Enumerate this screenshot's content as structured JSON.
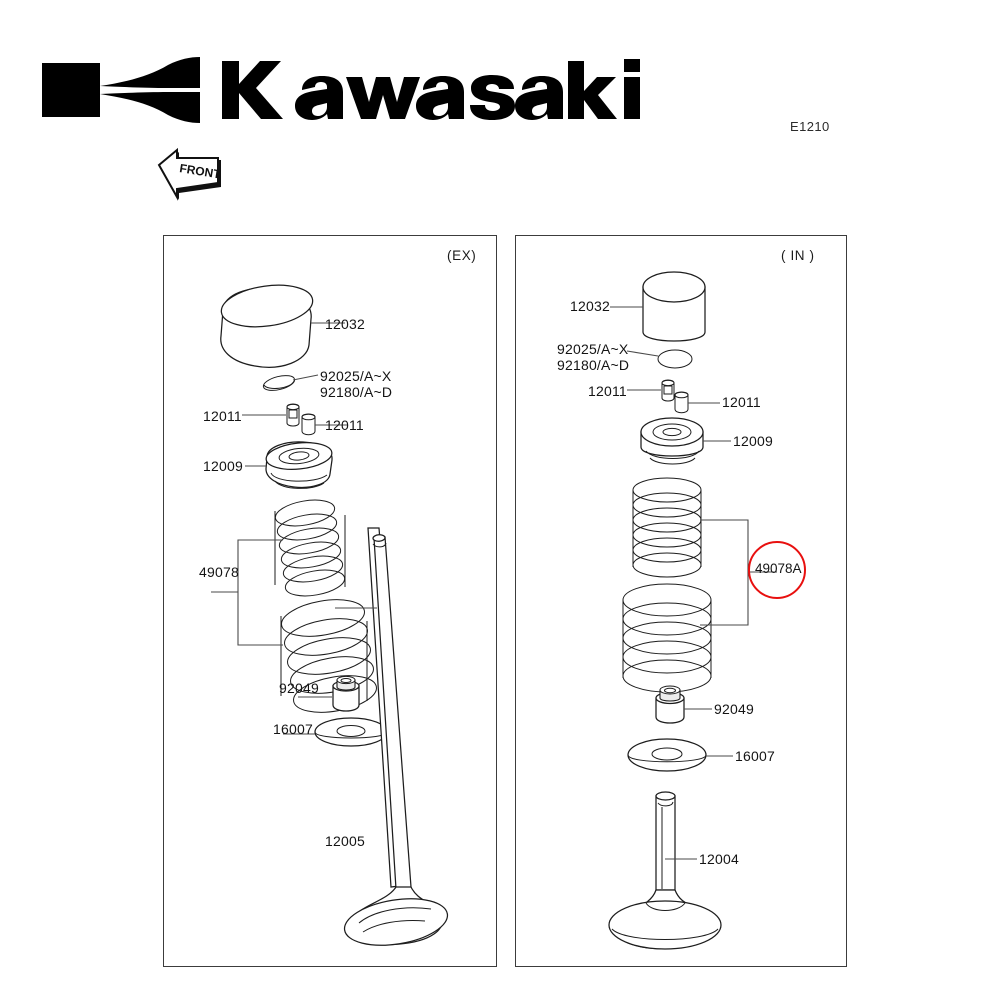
{
  "header": {
    "brand": "Kawasaki",
    "brand_logo_icon": "kawasaki-river-mark-logo",
    "doc_code": "E1210",
    "front_arrow": {
      "icon": "front-direction-arrow-icon",
      "text": "FRONT"
    }
  },
  "panels": [
    {
      "id": "exhaust",
      "tag": "(EX)",
      "parts": [
        {
          "key": "lifter",
          "number": "12032",
          "icon": "valve-lifter-bucket"
        },
        {
          "key": "shim_a",
          "number": "92025/A~X",
          "icon": "valve-shim-disc"
        },
        {
          "key": "shim_b",
          "number": "92180/A~D",
          "icon": "valve-shim-disc"
        },
        {
          "key": "keeper_l",
          "number": "12011",
          "icon": "valve-keeper-split-collet"
        },
        {
          "key": "keeper_r",
          "number": "12011",
          "icon": "valve-keeper-split-collet"
        },
        {
          "key": "retainer",
          "number": "12009",
          "icon": "valve-spring-retainer"
        },
        {
          "key": "springs",
          "number": "49078",
          "icon": "valve-spring-pair"
        },
        {
          "key": "stem_seal",
          "number": "92049",
          "icon": "valve-stem-oil-seal"
        },
        {
          "key": "seat",
          "number": "16007",
          "icon": "valve-spring-seat-washer"
        },
        {
          "key": "valve",
          "number": "12005",
          "icon": "exhaust-valve"
        }
      ]
    },
    {
      "id": "intake",
      "tag": "( IN )",
      "parts": [
        {
          "key": "lifter",
          "number": "12032",
          "icon": "valve-lifter-bucket"
        },
        {
          "key": "shim_a",
          "number": "92025/A~X",
          "icon": "valve-shim-disc"
        },
        {
          "key": "shim_b",
          "number": "92180/A~D",
          "icon": "valve-shim-disc"
        },
        {
          "key": "keeper_l",
          "number": "12011",
          "icon": "valve-keeper-split-collet"
        },
        {
          "key": "keeper_r",
          "number": "12011",
          "icon": "valve-keeper-split-collet"
        },
        {
          "key": "retainer",
          "number": "12009",
          "icon": "valve-spring-retainer"
        },
        {
          "key": "springs",
          "number": "49078A",
          "icon": "valve-spring-pair",
          "highlighted": true
        },
        {
          "key": "stem_seal",
          "number": "92049",
          "icon": "valve-stem-oil-seal"
        },
        {
          "key": "seat",
          "number": "16007",
          "icon": "valve-spring-seat-washer"
        },
        {
          "key": "valve",
          "number": "12004",
          "icon": "intake-valve"
        }
      ]
    }
  ],
  "highlight": {
    "number": "49078A",
    "color": "#e8100f"
  },
  "colors": {
    "line": "#1d1d1d",
    "leader": "#4a4a4a",
    "frame": "#3c3c3c",
    "highlight": "#e8100f",
    "text": "#141414",
    "background": "#ffffff"
  }
}
